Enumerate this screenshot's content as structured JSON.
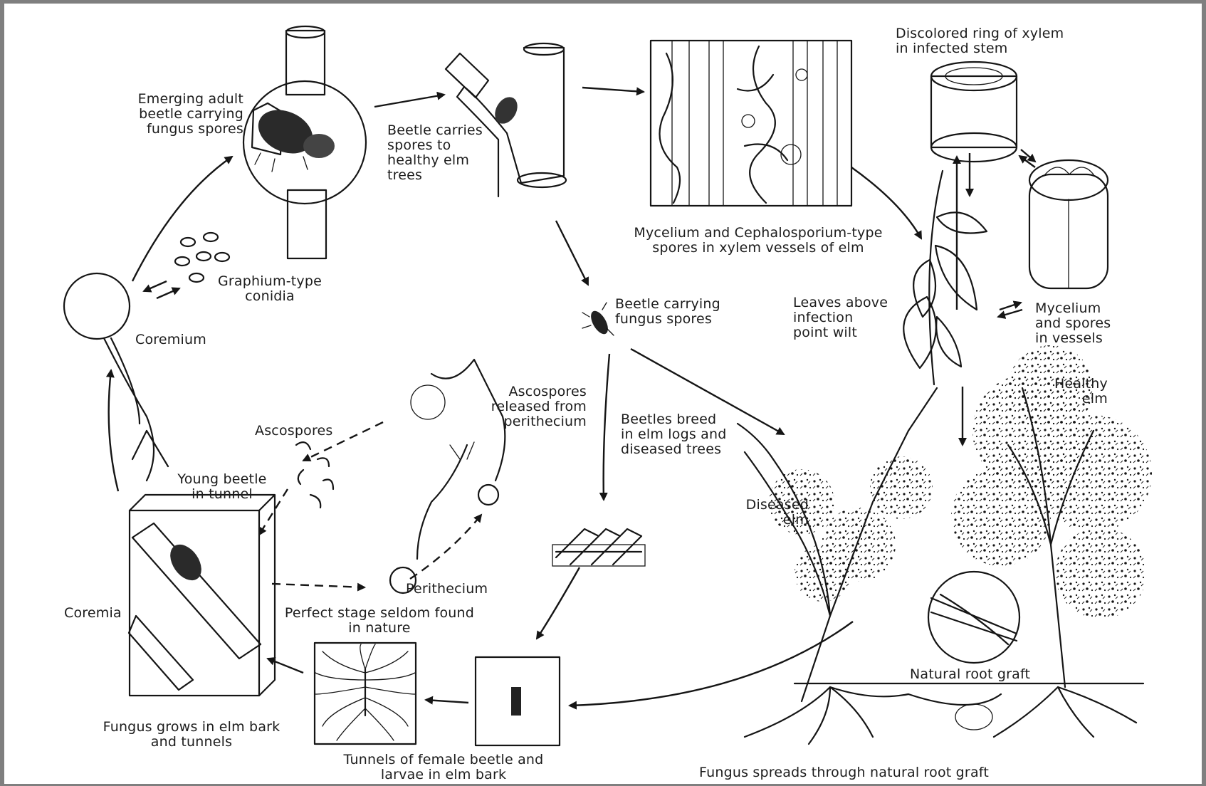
{
  "labels": {
    "emerging_adult": "Emerging adult\nbeetle carrying\nfungus spores",
    "beetle_carries": "Beetle carries\nspores to\nhealthy elm\ntrees",
    "mycelium_xylem": "Mycelium and Cephalosporium-type\nspores in xylem vessels of elm",
    "discolored_ring": "Discolored ring of xylem\nin infected stem",
    "graphium": "Graphium-type\nconidia",
    "coremium": "Coremium",
    "beetle_carrying": "Beetle carrying\nfungus spores",
    "leaves_above": "Leaves above\ninfection\npoint wilt",
    "mycelium_vessels": "Mycelium\nand spores\nin vessels",
    "healthy_elm": "Healthy\nelm",
    "ascospores_released": "Ascospores\nreleased from\nperithecium",
    "beetles_breed": "Beetles breed\nin elm logs and\ndiseased trees",
    "ascospores": "Ascospores",
    "young_beetle": "Young beetle\nin tunnel",
    "diseased_elm": "Diseased\nelm",
    "perithecium": "Perithecium",
    "coremia": "Coremia",
    "perfect_stage": "Perfect stage seldom found\nin nature",
    "natural_root_graft": "Natural root graft",
    "fungus_grows": "Fungus grows in elm bark\nand tunnels",
    "tunnels_female": "Tunnels of female beetle and\nlarvae in elm bark",
    "fungus_spreads": "Fungus spreads through natural root graft"
  },
  "colors": {
    "ink": "#151515",
    "paper": "#ffffff",
    "border": "#7f7f7f"
  }
}
